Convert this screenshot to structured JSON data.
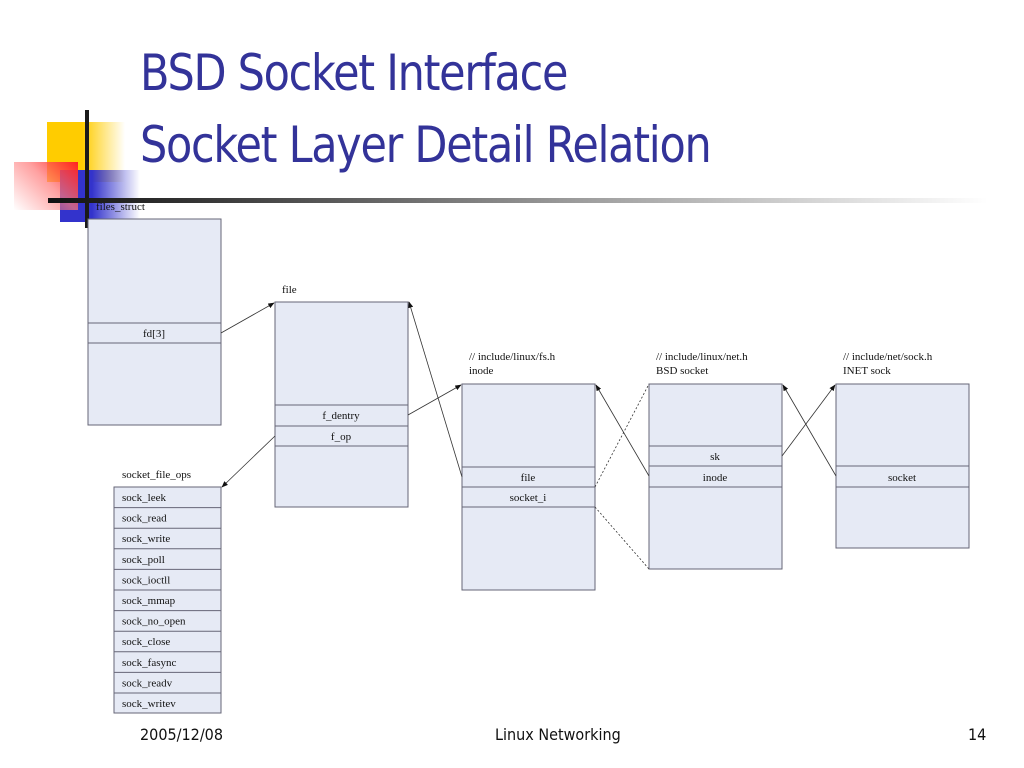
{
  "slide": {
    "title_line1": "BSD Socket Interface",
    "title_line2": "Socket Layer Detail Relation",
    "accent_color": "#333399",
    "footer": {
      "date": "2005/12/08",
      "center": "Linux Networking",
      "page_number": "14"
    }
  },
  "diagram": {
    "box_fill": "#e6eaf5",
    "box_stroke": "#666677",
    "structs": {
      "files_struct": {
        "label": "files_struct",
        "fields": [
          "fd[3]"
        ]
      },
      "file": {
        "label": "file",
        "fields": [
          "f_dentry",
          "f_op"
        ]
      },
      "socket_file_ops": {
        "label": "socket_file_ops",
        "fields": [
          "sock_leek",
          "sock_read",
          "sock_write",
          "sock_poll",
          "sock_ioctll",
          "sock_mmap",
          "sock_no_open",
          "sock_close",
          "sock_fasync",
          "sock_readv",
          "sock_writev"
        ]
      },
      "inode": {
        "header": "// include/linux/fs.h",
        "label": "inode",
        "fields": [
          "file",
          "socket_i"
        ]
      },
      "bsd_socket": {
        "header": "// include/linux/net.h",
        "label": "BSD socket",
        "fields": [
          "sk",
          "inode"
        ]
      },
      "inet_sock": {
        "header": "// include/net/sock.h",
        "label": "INET sock",
        "fields": [
          "socket"
        ]
      }
    },
    "relations": [
      {
        "from": "files_struct.fd[3]",
        "to": "file",
        "style": "solid"
      },
      {
        "from": "file.f_dentry",
        "to": "inode",
        "style": "solid"
      },
      {
        "from": "file.f_op",
        "to": "socket_file_ops",
        "style": "solid"
      },
      {
        "from": "inode.file",
        "to": "file",
        "style": "solid"
      },
      {
        "from": "bsd_socket.inode",
        "to": "inode",
        "style": "solid"
      },
      {
        "from": "bsd_socket.sk",
        "to": "inet_sock",
        "style": "solid"
      },
      {
        "from": "inet_sock.socket",
        "to": "bsd_socket",
        "style": "solid"
      },
      {
        "from": "inode.socket_i",
        "to": "bsd_socket",
        "style": "dashed"
      }
    ]
  }
}
